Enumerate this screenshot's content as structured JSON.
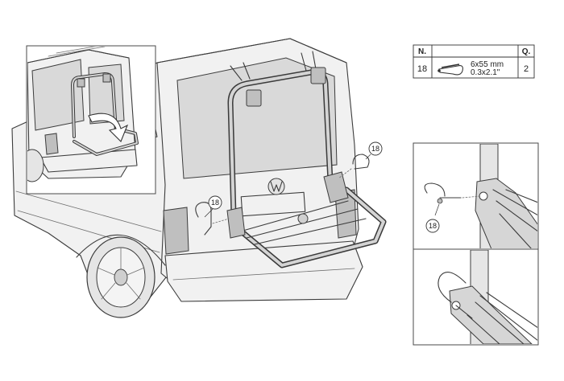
{
  "parts_table": {
    "header_number": "N.",
    "header_quantity": "Q.",
    "rows": [
      {
        "number": "18",
        "size_metric": "6x55 mm",
        "size_imperial": "0.3x2.1\"",
        "quantity": "2",
        "icon": "locking-pin-icon"
      }
    ]
  },
  "callouts": {
    "pin_left": "18",
    "pin_right": "18",
    "detail_pin": "18"
  }
}
